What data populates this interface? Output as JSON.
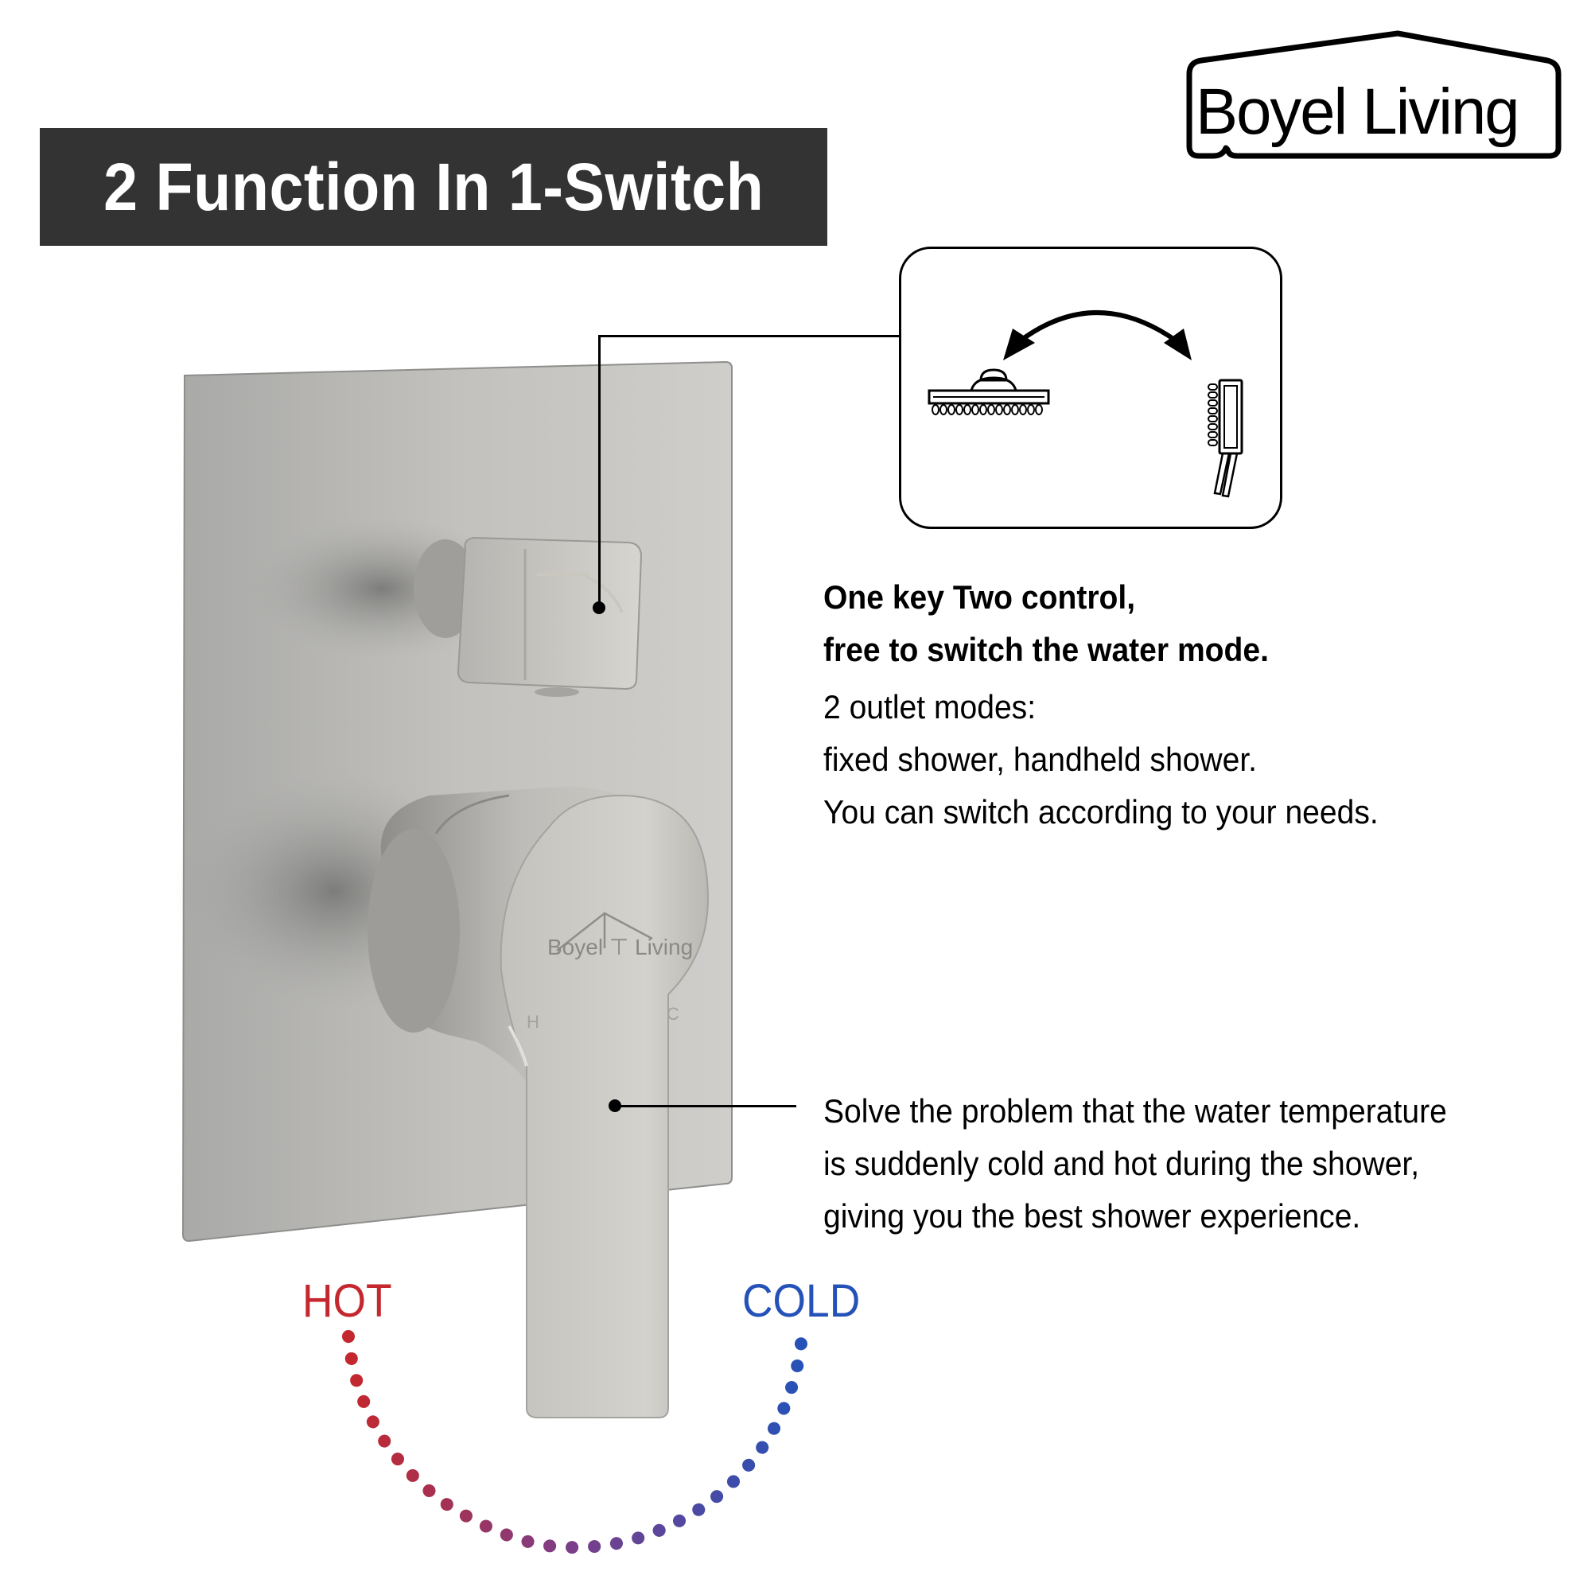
{
  "header": {
    "title": "2 Function In 1-Switch",
    "title_bg": "#333333",
    "title_color": "#ffffff"
  },
  "brand": {
    "logo_text": "Boyel Living",
    "handle_engraving": "Boyel Living",
    "handle_marks": {
      "hot": "H",
      "cold": "C"
    }
  },
  "callout": {
    "icons": [
      "fixed-shower-head-icon",
      "double-arrow-icon",
      "handheld-shower-icon"
    ]
  },
  "diverter_feature": {
    "lines": [
      {
        "text": "One key Two control,",
        "bold": true
      },
      {
        "text": "free to switch the water mode.",
        "bold": true
      },
      {
        "text": "2 outlet modes:",
        "bold": false
      },
      {
        "text": "fixed shower, handheld shower.",
        "bold": false
      },
      {
        "text": "You can switch according to your needs.",
        "bold": false
      }
    ]
  },
  "handle_feature": {
    "lines": [
      "Solve the problem that the water temperature",
      "is suddenly cold and hot during the shower,",
      "giving you the best shower experience."
    ]
  },
  "temperature": {
    "hot_label": "HOT",
    "cold_label": "COLD",
    "hot_color": "#c4272d",
    "cold_color": "#2552b8",
    "mid_color": "#7a3f8a"
  }
}
